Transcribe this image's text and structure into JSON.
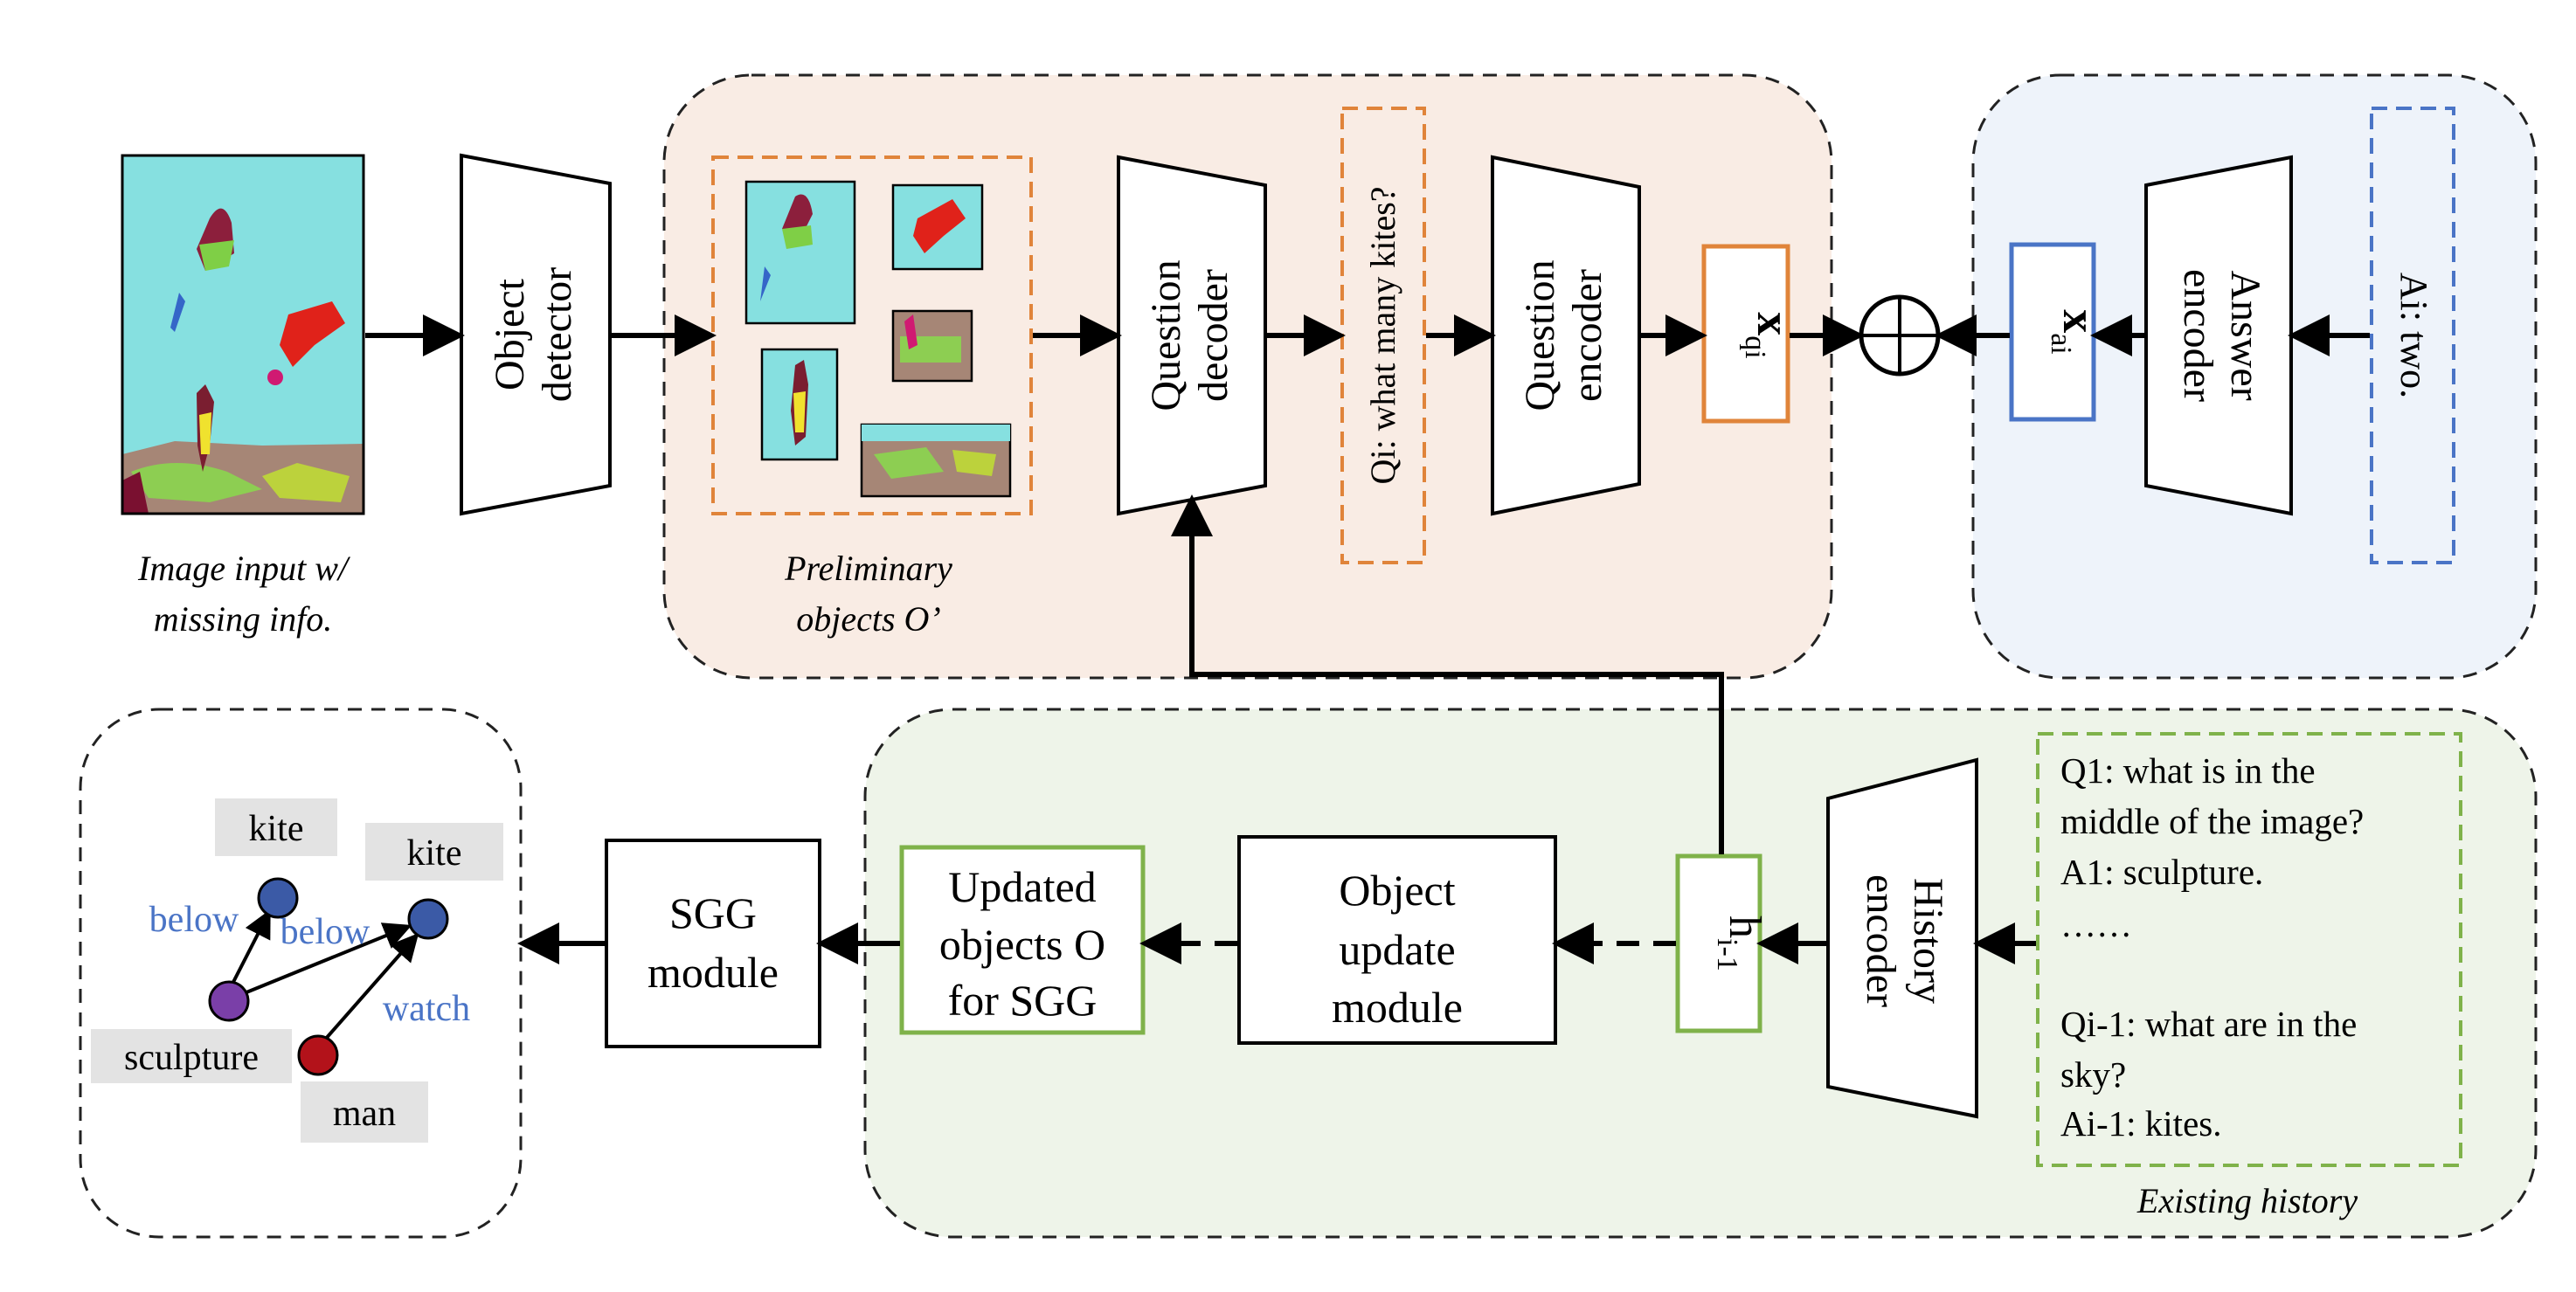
{
  "regions": {
    "question_panel_color": "#f9ece4",
    "answer_panel_color": "#eef3fa",
    "history_panel_color": "#eef4e9",
    "orange_accent": "#e0843a",
    "blue_accent": "#4a74c6",
    "green_accent": "#7fb24a"
  },
  "image_input": {
    "caption_line1": "Image input w/",
    "caption_line2": "missing info."
  },
  "object_detector": {
    "line1": "Object",
    "line2": "detector"
  },
  "preliminary": {
    "caption_line1": "Preliminary",
    "caption_line2": "objects O’"
  },
  "question_decoder": {
    "line1": "Question",
    "line2": "decoder"
  },
  "question_box": {
    "text": "Qi: what many kites?"
  },
  "question_encoder": {
    "line1": "Question",
    "line2": "encoder"
  },
  "xqi": {
    "base": "x",
    "sub": "qi"
  },
  "xai": {
    "base": "x",
    "sub": "ai"
  },
  "answer_encoder": {
    "line1": "Answer",
    "line2": "encoder"
  },
  "answer_box": {
    "text": "Ai: two."
  },
  "history": {
    "lines": [
      "Q1: what is in the",
      "middle of the image?",
      "A1: sculpture.",
      "……",
      "",
      "Qi-1: what are in the",
      "sky?",
      "Ai-1: kites."
    ],
    "caption": "Existing history"
  },
  "history_encoder": {
    "line1": "History",
    "line2": "encoder"
  },
  "hidden_state": {
    "base": "h",
    "sub": "i-1"
  },
  "object_update": {
    "line1": "Object",
    "line2": "update",
    "line3": "module"
  },
  "updated_objects": {
    "line1": "Updated",
    "line2": "objects O",
    "line3": "for SGG"
  },
  "sgg_module": {
    "line1": "SGG",
    "line2": "module"
  },
  "scene_graph": {
    "nodes": [
      {
        "label": "kite",
        "color": "#3b5aa6"
      },
      {
        "label": "kite",
        "color": "#3b5aa6"
      },
      {
        "label": "sculpture",
        "color": "#7a3fa8"
      },
      {
        "label": "man",
        "color": "#b3121a"
      }
    ],
    "edges": [
      {
        "label": "below",
        "color": "#4a74c6"
      },
      {
        "label": "below",
        "color": "#4a74c6"
      },
      {
        "label": "watch",
        "color": "#4a74c6"
      }
    ]
  }
}
